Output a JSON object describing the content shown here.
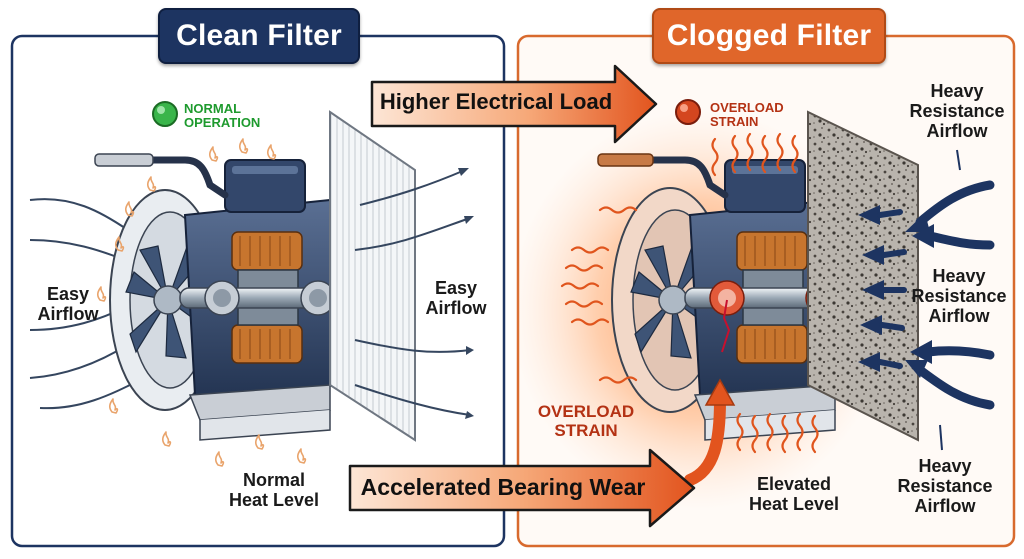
{
  "panels": {
    "clean": {
      "title": "Clean Filter",
      "status": [
        "NORMAL",
        "OPERATION"
      ],
      "airflow_left": [
        "Easy",
        "Airflow"
      ],
      "airflow_right": [
        "Easy",
        "Airflow"
      ],
      "heat_label": [
        "Normal",
        "Heat Level"
      ]
    },
    "clogged": {
      "title": "Clogged Filter",
      "status": [
        "OVERLOAD",
        "STRAIN"
      ],
      "overload_side": [
        "OVERLOAD",
        "STRAIN"
      ],
      "resistance_top": [
        "Heavy",
        "Resistance",
        "Airflow"
      ],
      "resistance_mid": [
        "Heavy",
        "Resistance",
        "Airflow"
      ],
      "resistance_bottom": [
        "Heavy",
        "Resistance",
        "Airflow"
      ],
      "heat_label": [
        "Elevated",
        "Heat Level"
      ]
    }
  },
  "arrows": {
    "top_label": "Higher Electrical Load",
    "bottom_label": "Accelerated Bearing Wear"
  },
  "colors": {
    "navy": "#1d3461",
    "orange": "#e0662a",
    "status_green": "#1e9a2e",
    "status_red": "#b43214",
    "panel_border_clean": "#1d3461",
    "panel_border_clogged": "#d86a2e"
  }
}
